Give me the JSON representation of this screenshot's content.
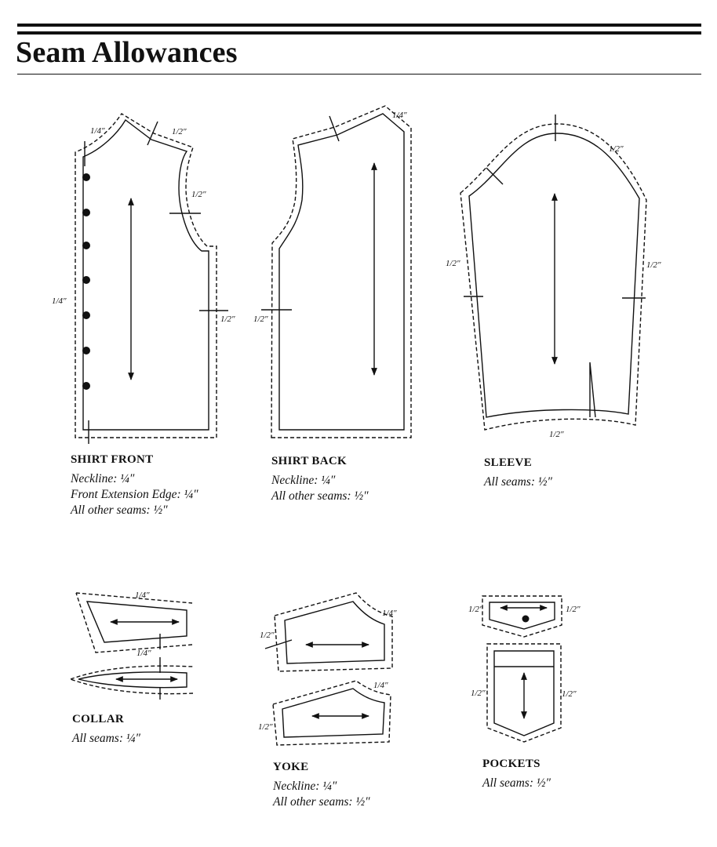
{
  "page": {
    "title": "Seam Allowances"
  },
  "pieces": [
    {
      "name": "SHIRT FRONT",
      "lines": [
        "Neckline: ¼″",
        "Front Extension Edge: ¼″",
        "All other seams: ½″"
      ],
      "labels": [
        "1/4″",
        "1/2″",
        "1/2″",
        "1/4″",
        "1/2″"
      ]
    },
    {
      "name": "SHIRT BACK",
      "lines": [
        "Neckline: ¼″",
        "All other seams: ½″"
      ],
      "labels": [
        "1/4″",
        "1/2″"
      ]
    },
    {
      "name": "SLEEVE",
      "lines": [
        "All seams: ½″"
      ],
      "labels": [
        "1/2″",
        "1/2″",
        "1/2″",
        "1/2″"
      ]
    },
    {
      "name": "COLLAR",
      "lines": [
        "All seams: ¼″"
      ],
      "labels": [
        "1/4″",
        "1/4″"
      ]
    },
    {
      "name": "YOKE",
      "lines": [
        "Neckline: ¼″",
        "All other seams: ½″"
      ],
      "labels": [
        "1/4″",
        "1/2″",
        "1/4″",
        "1/2″"
      ]
    },
    {
      "name": "POCKETS",
      "lines": [
        "All seams: ½″"
      ],
      "labels": [
        "1/2″",
        "1/2″",
        "1/2″",
        "1/2″"
      ]
    }
  ]
}
